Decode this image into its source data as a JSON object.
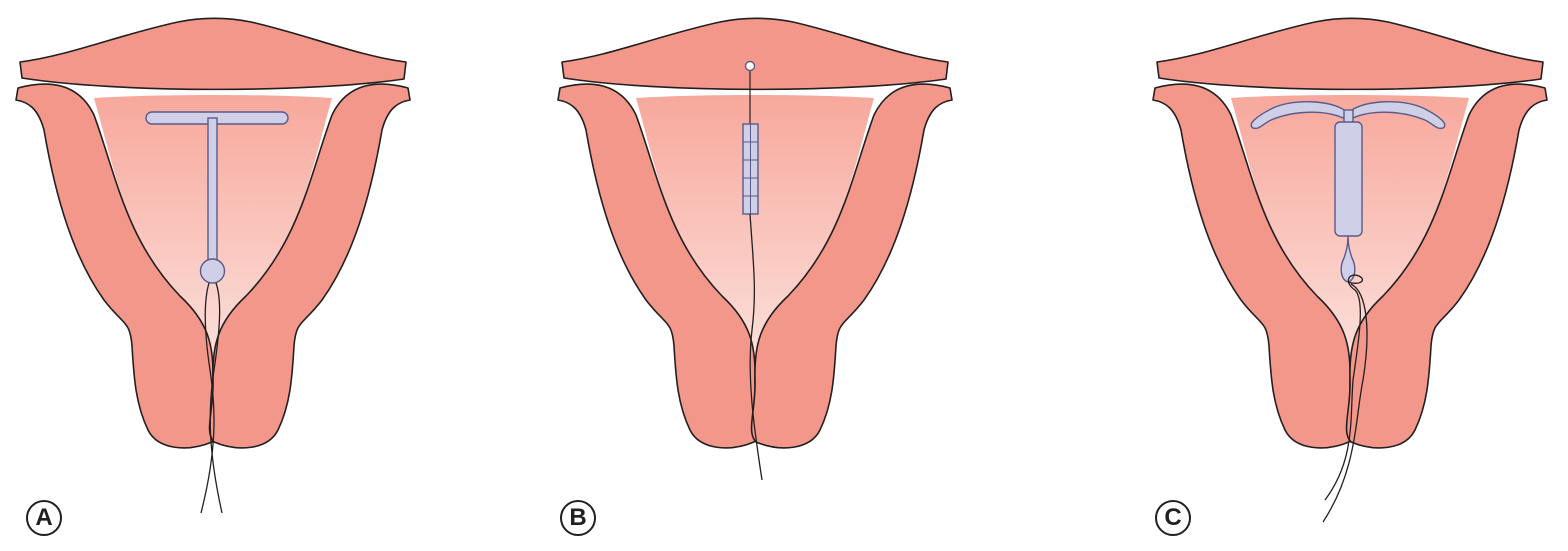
{
  "colors": {
    "wall": "#f4978b",
    "wall_outline": "#231f20",
    "cavity_top": "#f7a89c",
    "cavity_bottom": "#fdf1ee",
    "device_fill": "#cfcfe8",
    "device_outline": "#5a5a8a",
    "thread": "#231f20"
  },
  "panels": [
    {
      "label": "A",
      "device": "t-shaped-iud-icon"
    },
    {
      "label": "B",
      "device": "frameless-iud-icon"
    },
    {
      "label": "C",
      "device": "hormonal-iud-icon"
    }
  ]
}
